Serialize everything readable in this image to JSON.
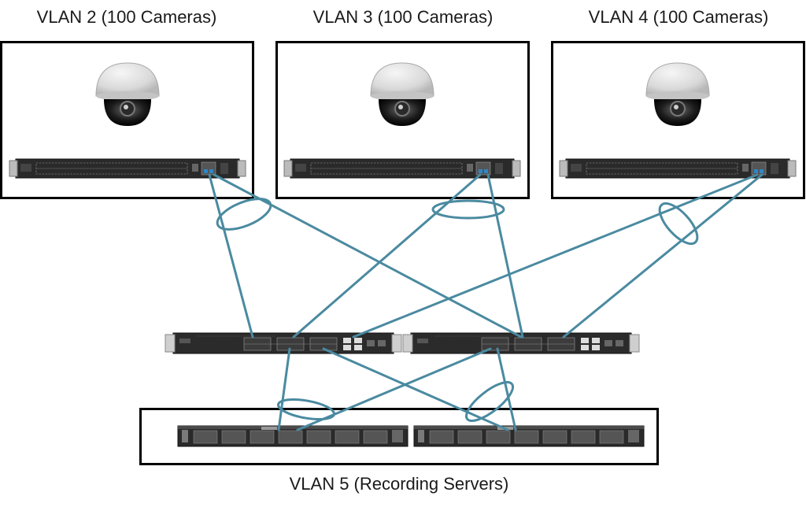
{
  "labels": {
    "vlan2": "VLAN 2 (100 Cameras)",
    "vlan3": "VLAN 3 (100 Cameras)",
    "vlan4": "VLAN 4 (100 Cameras)",
    "vlan5": "VLAN 5 (Recording Servers)"
  },
  "colors": {
    "link": "#4a8aa0",
    "box_border": "#000000"
  },
  "icons": {
    "camera": "dome-camera-icon",
    "access_switch": "access-switch-icon",
    "core_switch": "core-switch-icon",
    "server": "rack-server-icon"
  }
}
